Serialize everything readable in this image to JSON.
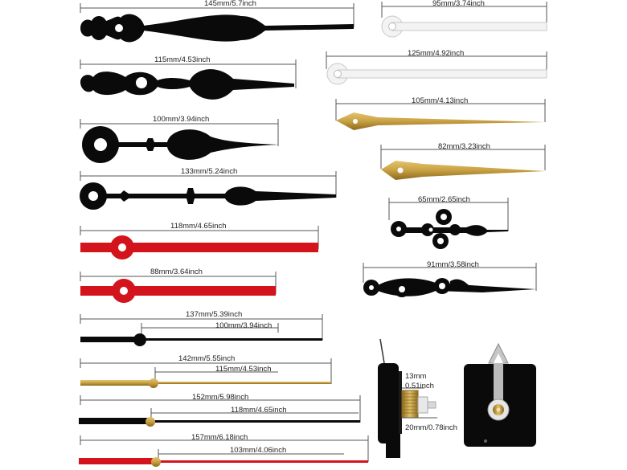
{
  "colors": {
    "black": "#0a0a0a",
    "red": "#d4141c",
    "white_hand": "#f3f3f3",
    "white_edge": "#c9c9c9",
    "gold": "#c8a043",
    "gold_dark": "#8c6a1e",
    "brass": "#c9a24a",
    "dim_line": "#555555"
  },
  "products": {
    "ornate_black_145": {
      "label": "145mm/5.7inch"
    },
    "ornate_black_115": {
      "label": "115mm/4.53inch"
    },
    "ring_black_100": {
      "label": "100mm/3.94inch"
    },
    "ring_black_133": {
      "label": "133mm/5.24inch"
    },
    "red_118": {
      "label": "118mm/4.65inch"
    },
    "red_88": {
      "label": "88mm/3.64inch"
    },
    "black_set": {
      "label_long": "137mm/5.39inch",
      "label_short": "100mm/3.94inch"
    },
    "gold_set": {
      "label_long": "142mm/5.55inch",
      "label_short": "115mm/4.53inch"
    },
    "black_set_2": {
      "label_long": "152mm/5.98inch",
      "label_short": "118mm/4.65inch"
    },
    "red_set": {
      "label_long": "157mm/6.18inch",
      "label_short": "103mm/4.06inch"
    },
    "white_95": {
      "label": "95mm/3.74inch"
    },
    "white_125": {
      "label": "125mm/4.92inch"
    },
    "gold_spear_105": {
      "label": "105mm/4.13inch"
    },
    "gold_spear_82": {
      "label": "82mm/3.23inch"
    },
    "fleur_65": {
      "label": "65mm/2.65inch"
    },
    "scroll_91": {
      "label": "91mm/3.58inch"
    },
    "movement": {
      "label_top": "13mm",
      "label_mid": "0.51inch",
      "label_bottom": "20mm/0.78inch"
    }
  }
}
